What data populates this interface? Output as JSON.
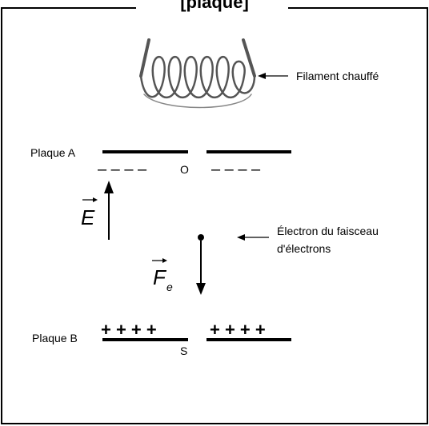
{
  "title": "[plaque]",
  "labels": {
    "filament": "Filament chauffé",
    "plate_a": "Plaque A",
    "plate_b": "Plaque B",
    "point_o": "O",
    "point_s": "S",
    "electron_line1": "Électron du faisceau",
    "electron_line2": "d'électrons",
    "field": "E",
    "force": "F",
    "force_subscript": "e"
  },
  "plate_a_charges": [
    "– – – –",
    "– – – –"
  ],
  "plate_b_charges": [
    "+ + + +",
    "+ + + +"
  ],
  "colors": {
    "ink": "#000000",
    "filament": "#555555"
  }
}
